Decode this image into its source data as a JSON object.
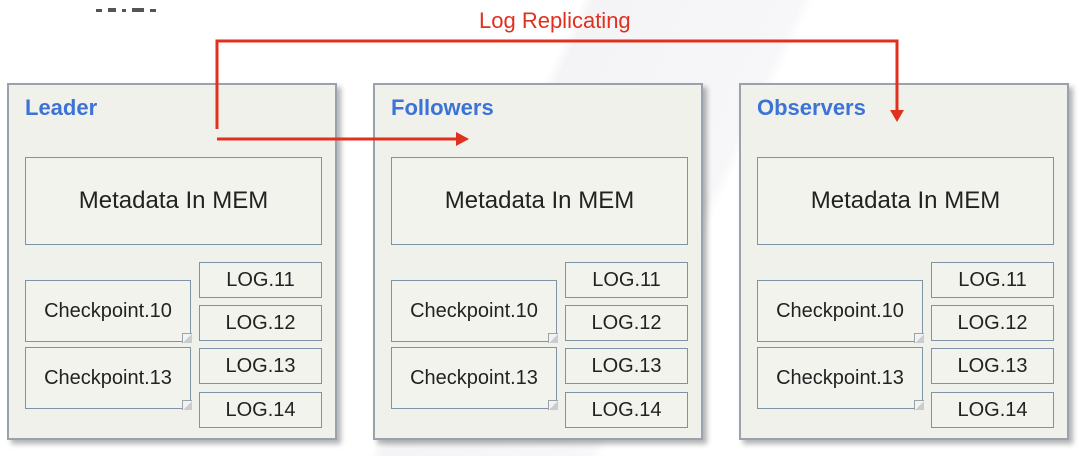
{
  "diagram": {
    "replication_label": "Log Replicating",
    "nodes": [
      {
        "title": "Leader",
        "memory": "Metadata In MEM",
        "checkpoints": [
          "Checkpoint.10",
          "Checkpoint.13"
        ],
        "logs": [
          "LOG.11",
          "LOG.12",
          "LOG.13",
          "LOG.14"
        ]
      },
      {
        "title": "Followers",
        "memory": "Metadata In MEM",
        "checkpoints": [
          "Checkpoint.10",
          "Checkpoint.13"
        ],
        "logs": [
          "LOG.11",
          "LOG.12",
          "LOG.13",
          "LOG.14"
        ]
      },
      {
        "title": "Observers",
        "memory": "Metadata In MEM",
        "checkpoints": [
          "Checkpoint.10",
          "Checkpoint.13"
        ],
        "logs": [
          "LOG.11",
          "LOG.12",
          "LOG.13",
          "LOG.14"
        ]
      }
    ],
    "colors": {
      "arrow": "#e0301e",
      "title": "#3b73d6",
      "panel_fill": "#f1f1ec",
      "border": "#7f93a6"
    }
  }
}
